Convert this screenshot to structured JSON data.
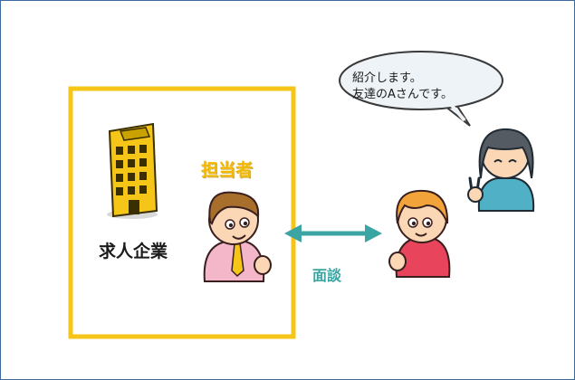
{
  "company": {
    "label": "求人企業"
  },
  "staff": {
    "label": "担当者"
  },
  "interview": {
    "label": "面談"
  },
  "speech_bubble": {
    "line1": "紹介します。",
    "line2": "友達のAさんです。"
  },
  "colors": {
    "frame_border": "#3d6a9e",
    "company_box": "#f5c518",
    "staff_label": "#f2b800",
    "arrow": "#3aa5a3",
    "interview_label": "#3aa5a3"
  },
  "icons": {
    "building": "office-building-icon",
    "staff": "businessman-icon",
    "candidate": "candidate-person-icon",
    "friend": "friend-person-icon"
  }
}
